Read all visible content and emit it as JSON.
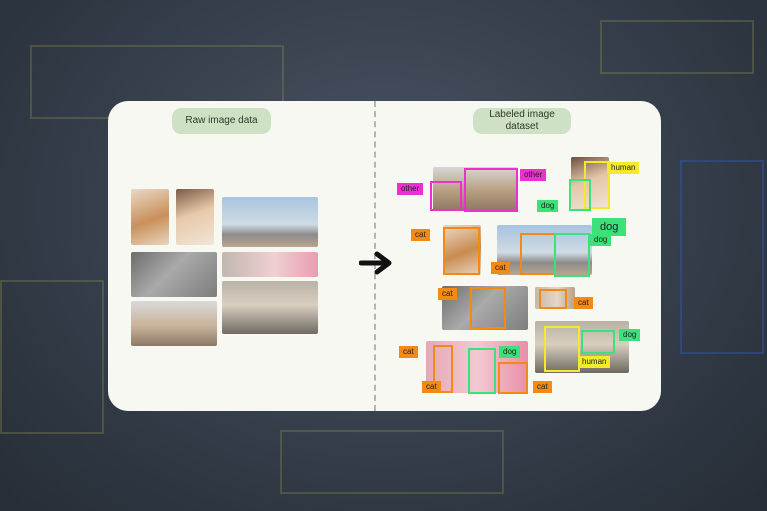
{
  "panels": {
    "left_title": "Raw image data",
    "right_title": "Labeled image dataset"
  },
  "labels": {
    "cat": "cat",
    "dog": "dog",
    "human": "human",
    "other": "other"
  },
  "colors": {
    "cat": "#f28a15",
    "dog": "#3ee07a",
    "human": "#f2ea2a",
    "other": "#ee2fd0",
    "pill": "#cfe1c4"
  },
  "icons": {
    "arrow": "right-arrow-icon"
  }
}
